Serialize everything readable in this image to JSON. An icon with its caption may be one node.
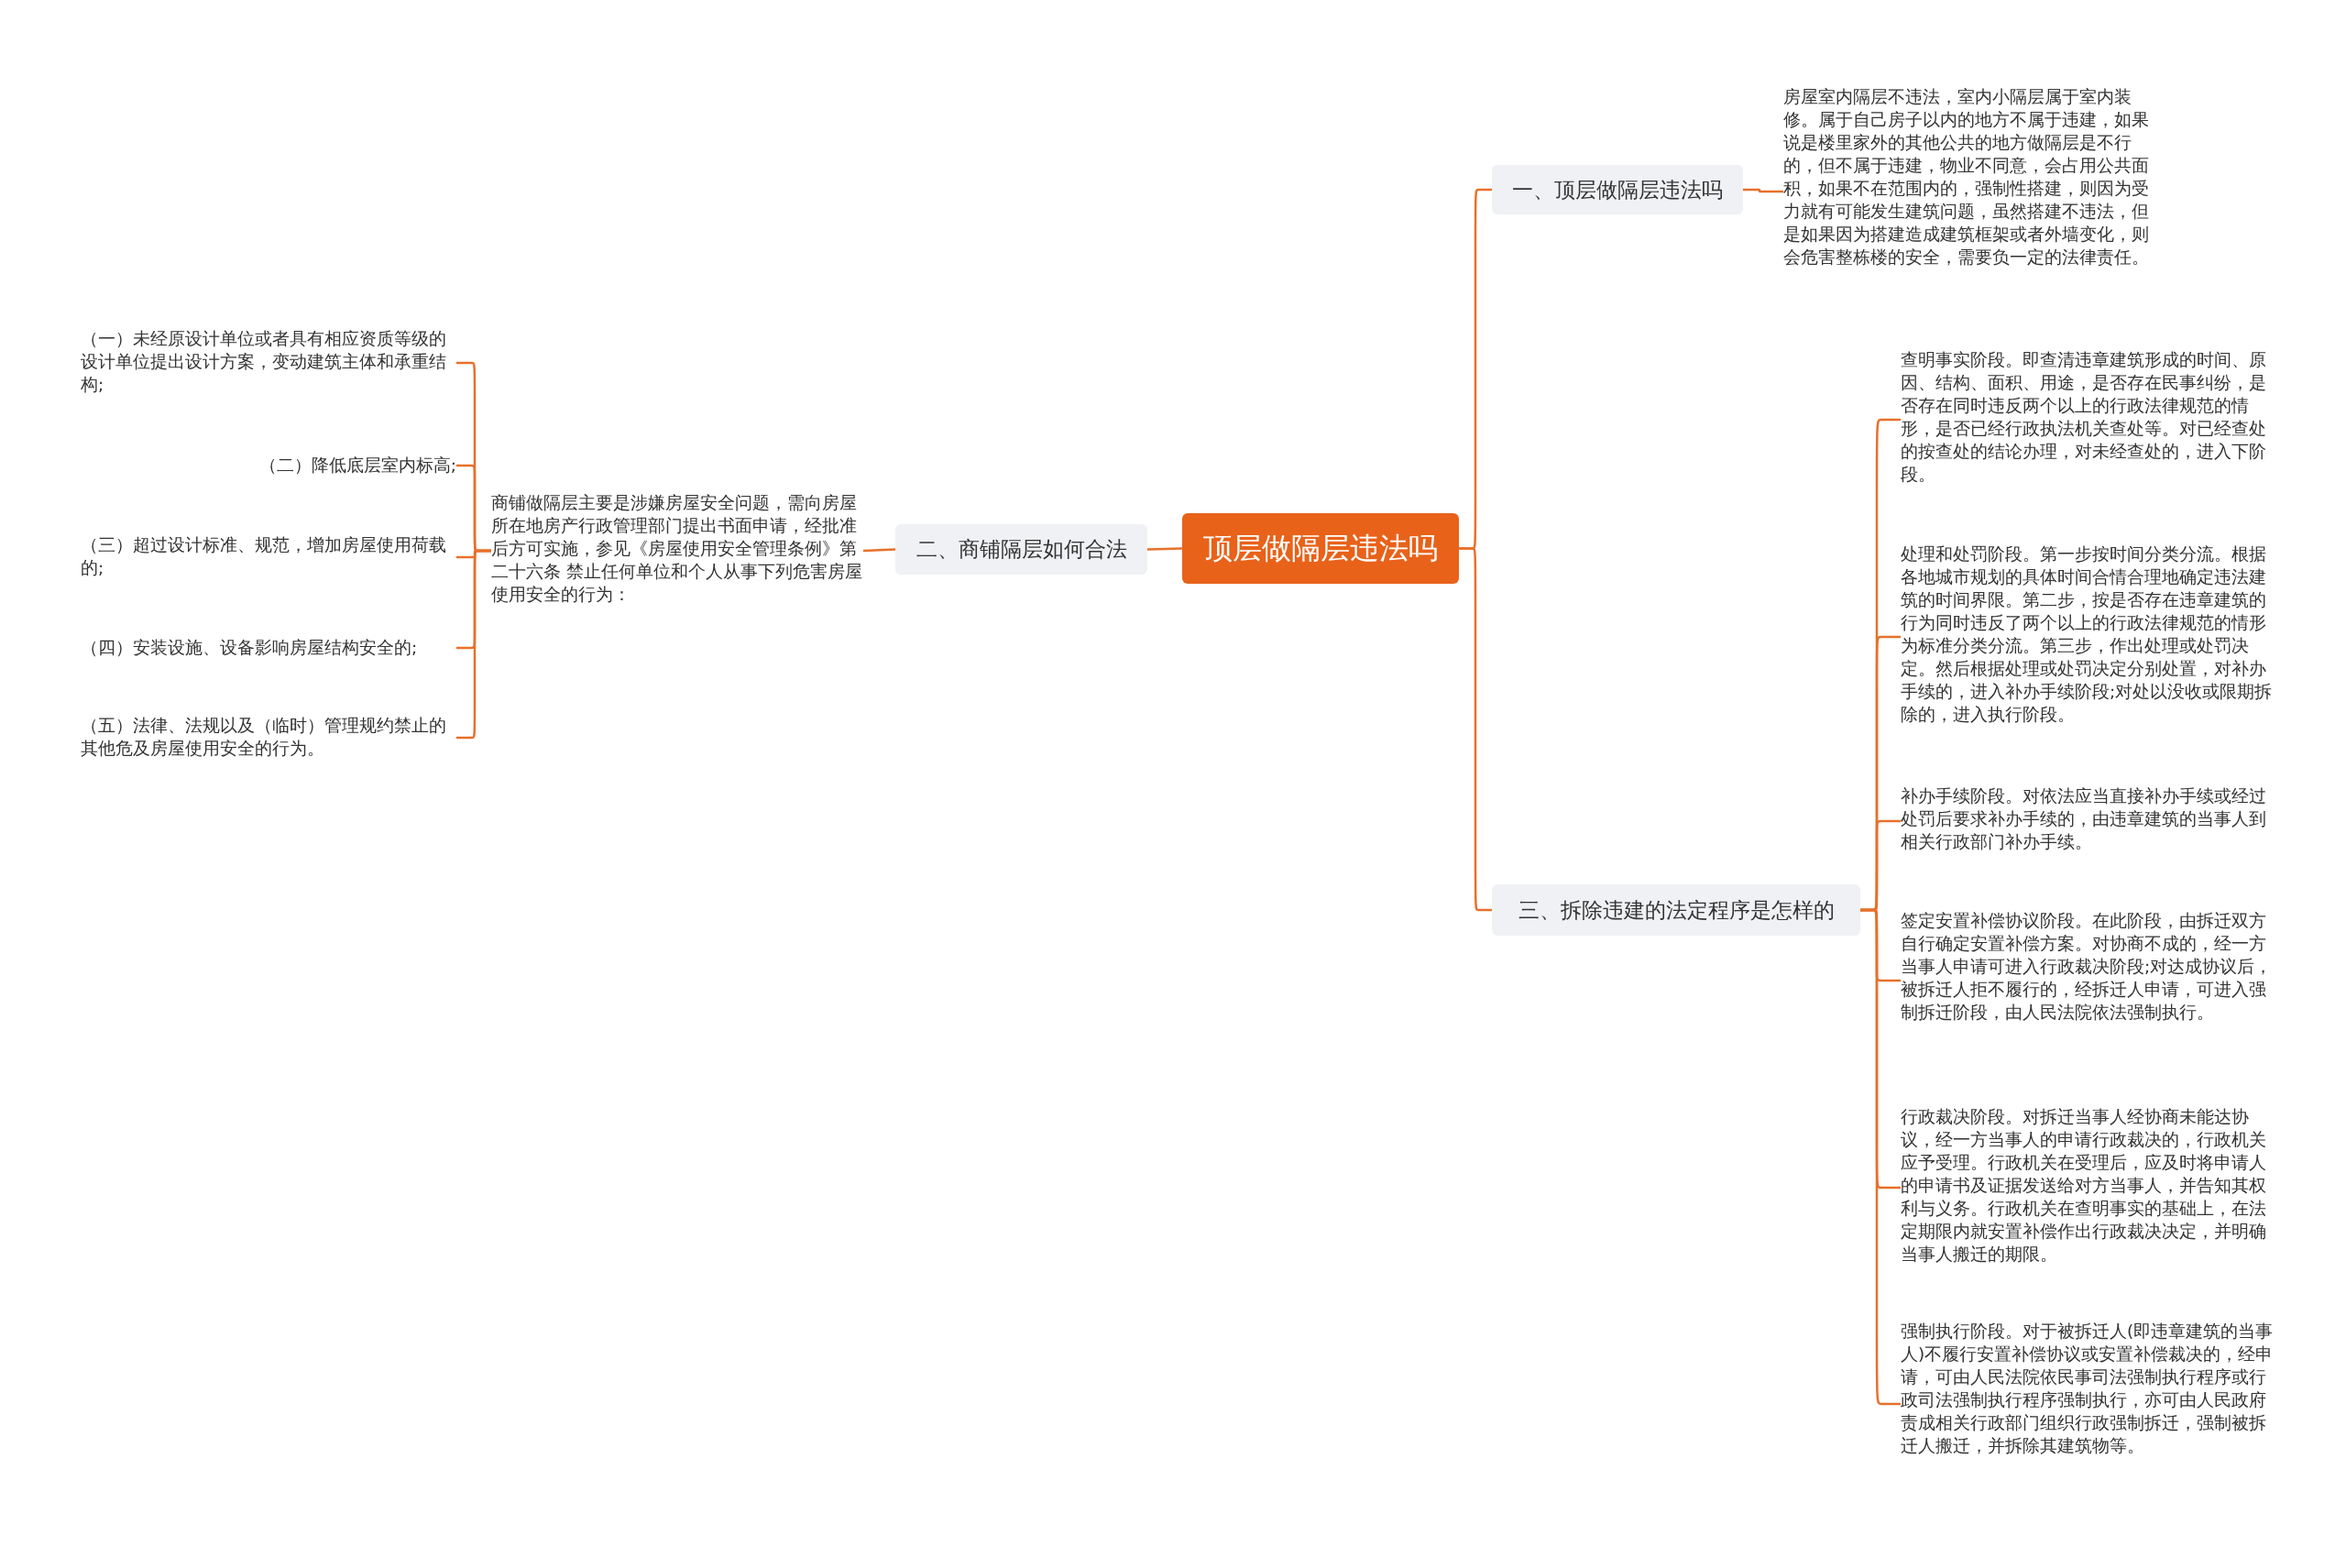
{
  "diagram": {
    "nodes": [
      {
        "text": [
          "顶层做隔层违法吗"
        ]
      },
      {
        "text": [
          "一、顶层做隔层违法吗"
        ]
      },
      {
        "text": [
          "房屋室内隔层不违法，室内小隔层属于室内装修。属于自己房子以内的地方不属于违建，如果说是楼里家外的其他公共的地方做隔层是不行的，但不属于违建，物业不同意，会占用公共面积，如果不在范围内的，强制性搭建，则因为受力就有可能发生建筑问题，虽然搭建不违法，但是如果因为搭建造成建筑框架或者外墙变化，则会危害整栋楼的安全，需要负一定的法律责任。"
        ]
      },
      {
        "text": [
          "二、商铺隔层如何合法"
        ]
      },
      {
        "text": [
          "商铺做隔层主要是涉嫌房屋安全问题，需向房屋所在地房产行政管理部门提出书面申请，经批准后方可实施，参见《房屋使用安全管理条例》第二十六条 禁止任何单位和个人从事下列危害房屋使用安全的行为："
        ]
      },
      {
        "text": [
          "（一）未经原设计单位或者具有相应资质等级的设计单位提出设计方案，变动建筑主体和承重结构;"
        ]
      },
      {
        "text": [
          "（二）降低底层室内标高;"
        ]
      },
      {
        "text": [
          "（三）超过设计标准、规范，增加房屋使用荷载的;"
        ]
      },
      {
        "text": [
          "（四）安装设施、设备影响房屋结构安全的;"
        ]
      },
      {
        "text": [
          "（五）法律、法规以及（临时）管理规约禁止的其他危及房屋使用安全的行为。"
        ]
      },
      {
        "text": [
          "三、拆除违建的法定程序是怎样的"
        ]
      },
      {
        "text": [
          "查明事实阶段。即查清违章建筑形成的时间、原因、结构、面积、用途，是否存在民事纠纷，是否存在同时违反两个以上的行政法律规范的情形，是否已经行政执法机关查处等。对已经查处的按查处的结论办理，对未经查处的，进入下阶段。"
        ]
      },
      {
        "text": [
          "处理和处罚阶段。第一步按时间分类分流。根据各地城市规划的具体时间合情合理地确定违法建筑的时间界限。第二步，按是否存在违章建筑的行为同时违反了两个以上的行政法律规范的情形为标准分类分流。第三步，作出处理或处罚决定。然后根据处理或处罚决定分别处置，对补办手续的，进入补办手续阶段;对处以没收或限期拆除的，进入执行阶段。"
        ]
      },
      {
        "text": [
          "补办手续阶段。对依法应当直接补办手续或经过处罚后要求补办手续的，由违章建筑的当事人到相关行政部门补办手续。"
        ]
      },
      {
        "text": [
          "签定安置补偿协议阶段。在此阶段，由拆迁双方自行确定安置补偿方案。对协商不成的，经一方当事人申请可进入行政裁决阶段;对达成协议后，被拆迁人拒不履行的，经拆迁人申请，可进入强制拆迁阶段，由人民法院依法强制执行。"
        ]
      },
      {
        "text": [
          "行政裁决阶段。对拆迁当事人经协商未能达协议，经一方当事人的申请行政裁决的，行政机关应予受理。行政机关在受理后，应及时将申请人的申请书及证据发送给对方当事人，并告知其权利与义务。行政机关在查明事实的基础上，在法定期限内就安置补偿作出行政裁决决定，并明确当事人搬迁的期限。"
        ]
      },
      {
        "text": [
          "强制执行阶段。对于被拆迁人(即违章建筑的当事人)不履行安置补偿协议或安置补偿裁决的，经申请，可由人民法院依民事司法强制执行程序或行政司法强制执行程序强制执行，亦可由人民政府责成相关行政部门组织行政强制拆迁，强制被拆迁人搬迁，并拆除其建筑物等。"
        ]
      }
    ],
    "edges": [
      {
        "from": 0,
        "to": 1,
        "arrow": "none"
      },
      {
        "from": 1,
        "to": 2,
        "arrow": "none"
      },
      {
        "from": 0,
        "to": 3,
        "arrow": "none"
      },
      {
        "from": 3,
        "to": 4,
        "arrow": "none"
      },
      {
        "from": 4,
        "to": 5,
        "arrow": "none"
      },
      {
        "from": 4,
        "to": 6,
        "arrow": "none"
      },
      {
        "from": 4,
        "to": 7,
        "arrow": "none"
      },
      {
        "from": 4,
        "to": 8,
        "arrow": "none"
      },
      {
        "from": 4,
        "to": 9,
        "arrow": "none"
      },
      {
        "from": 0,
        "to": 10,
        "arrow": "none"
      },
      {
        "from": 10,
        "to": 11,
        "arrow": "none"
      },
      {
        "from": 10,
        "to": 12,
        "arrow": "none"
      },
      {
        "from": 10,
        "to": 13,
        "arrow": "none"
      },
      {
        "from": 10,
        "to": 14,
        "arrow": "none"
      },
      {
        "from": 10,
        "to": 15,
        "arrow": "none"
      },
      {
        "from": 10,
        "to": 16,
        "arrow": "none"
      }
    ]
  }
}
